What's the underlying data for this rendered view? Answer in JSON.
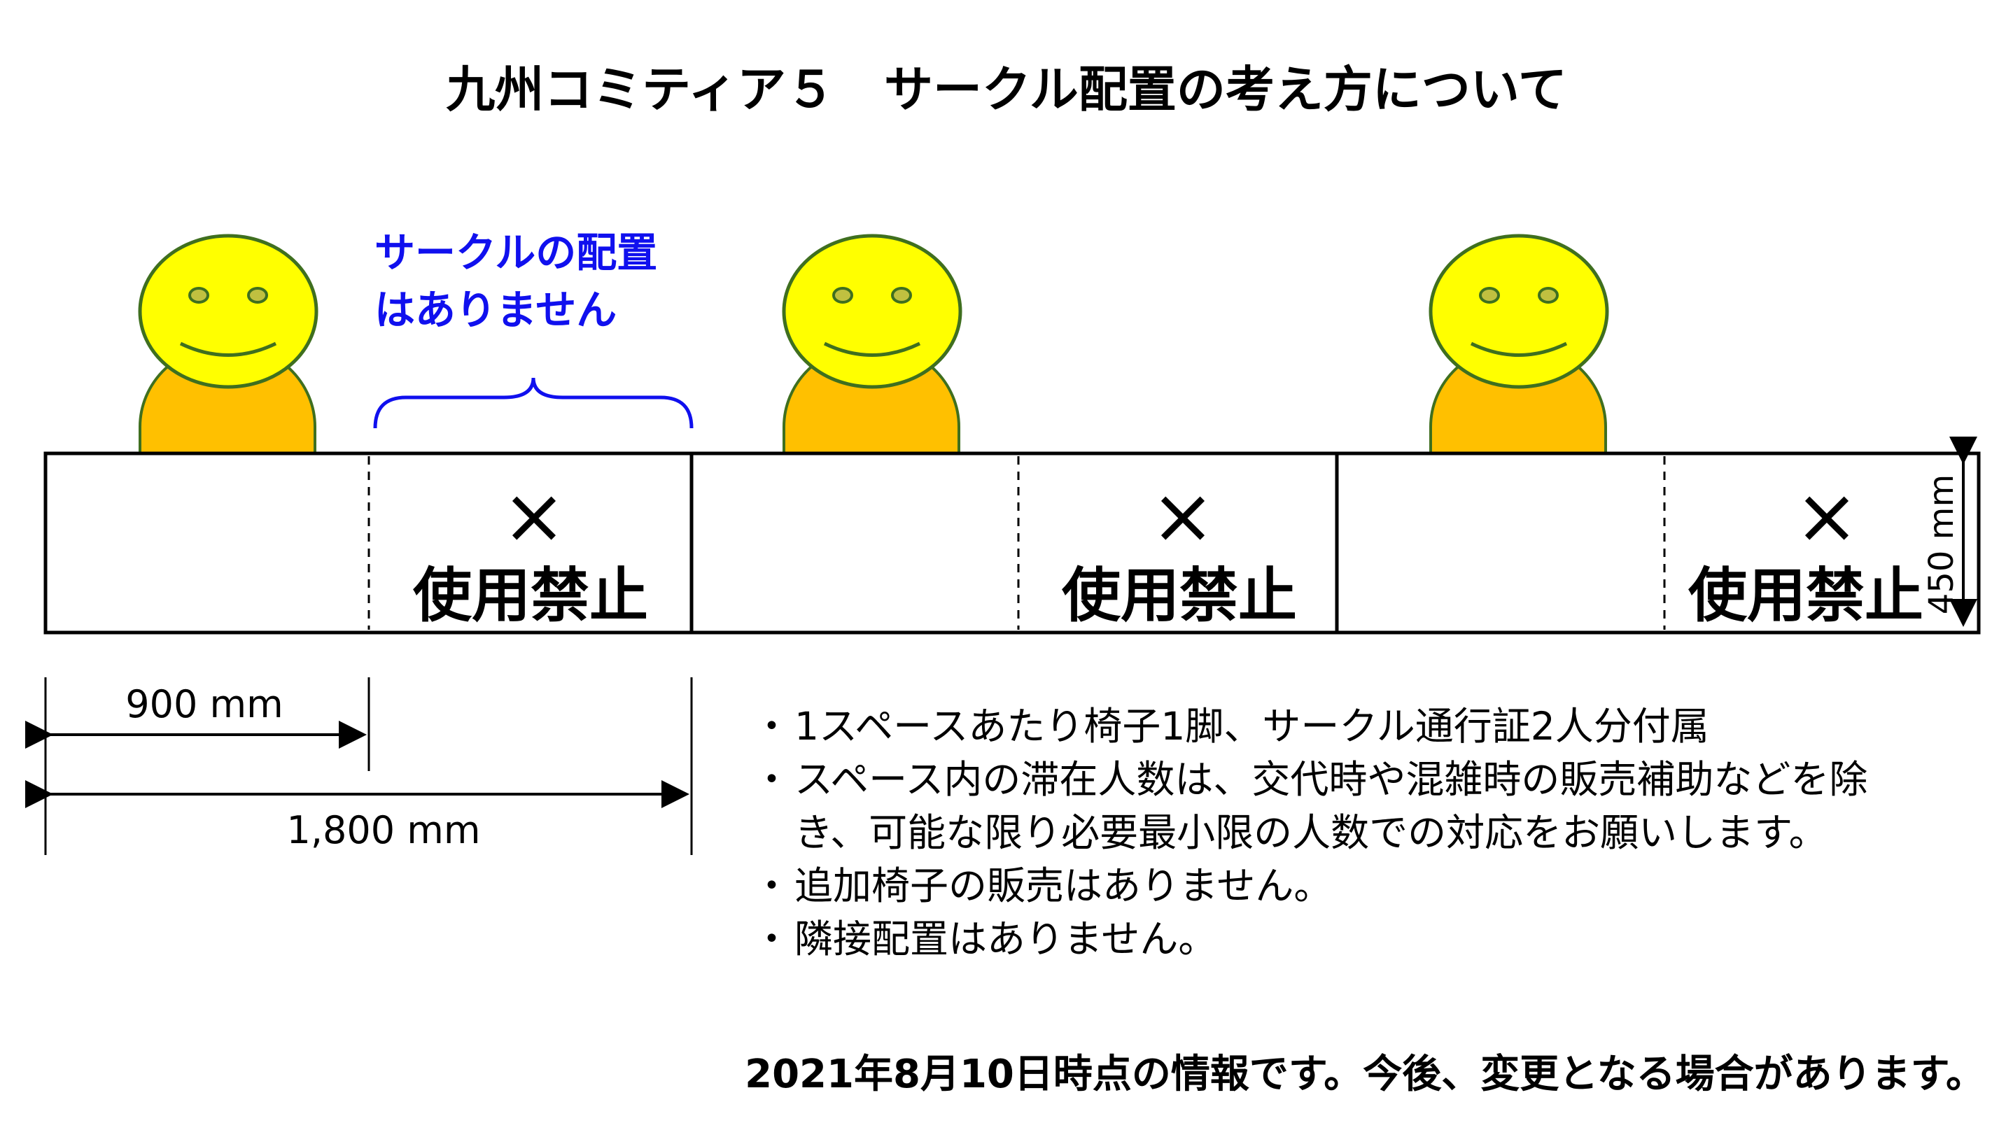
{
  "title": "九州コミティア５　サークル配置の考え方について",
  "circle_note": [
    "サークルの配置",
    "はありません"
  ],
  "prohibited": {
    "mark": "×",
    "label": "使用禁止"
  },
  "dimensions": {
    "depth_label": "450 mm",
    "half_label": "900 mm",
    "full_label": "1,800 mm"
  },
  "bullets": [
    "1スペースあたり椅子1脚、サークル通行証2人分付属",
    "スペース内の滞在人数は、交代時や混雑時の販売補助などを除",
    "き、可能な限り必要最小限の人数での対応をお願いします。",
    "追加椅子の販売はありません。",
    "隣接配置はありません。"
  ],
  "footer": "2021年8月10日時点の情報です。今後、変更となる場合があります。",
  "colors": {
    "face": "#ffff00",
    "body": "#ffc000",
    "outline": "#3f6f1f",
    "note": "#1010ee"
  }
}
